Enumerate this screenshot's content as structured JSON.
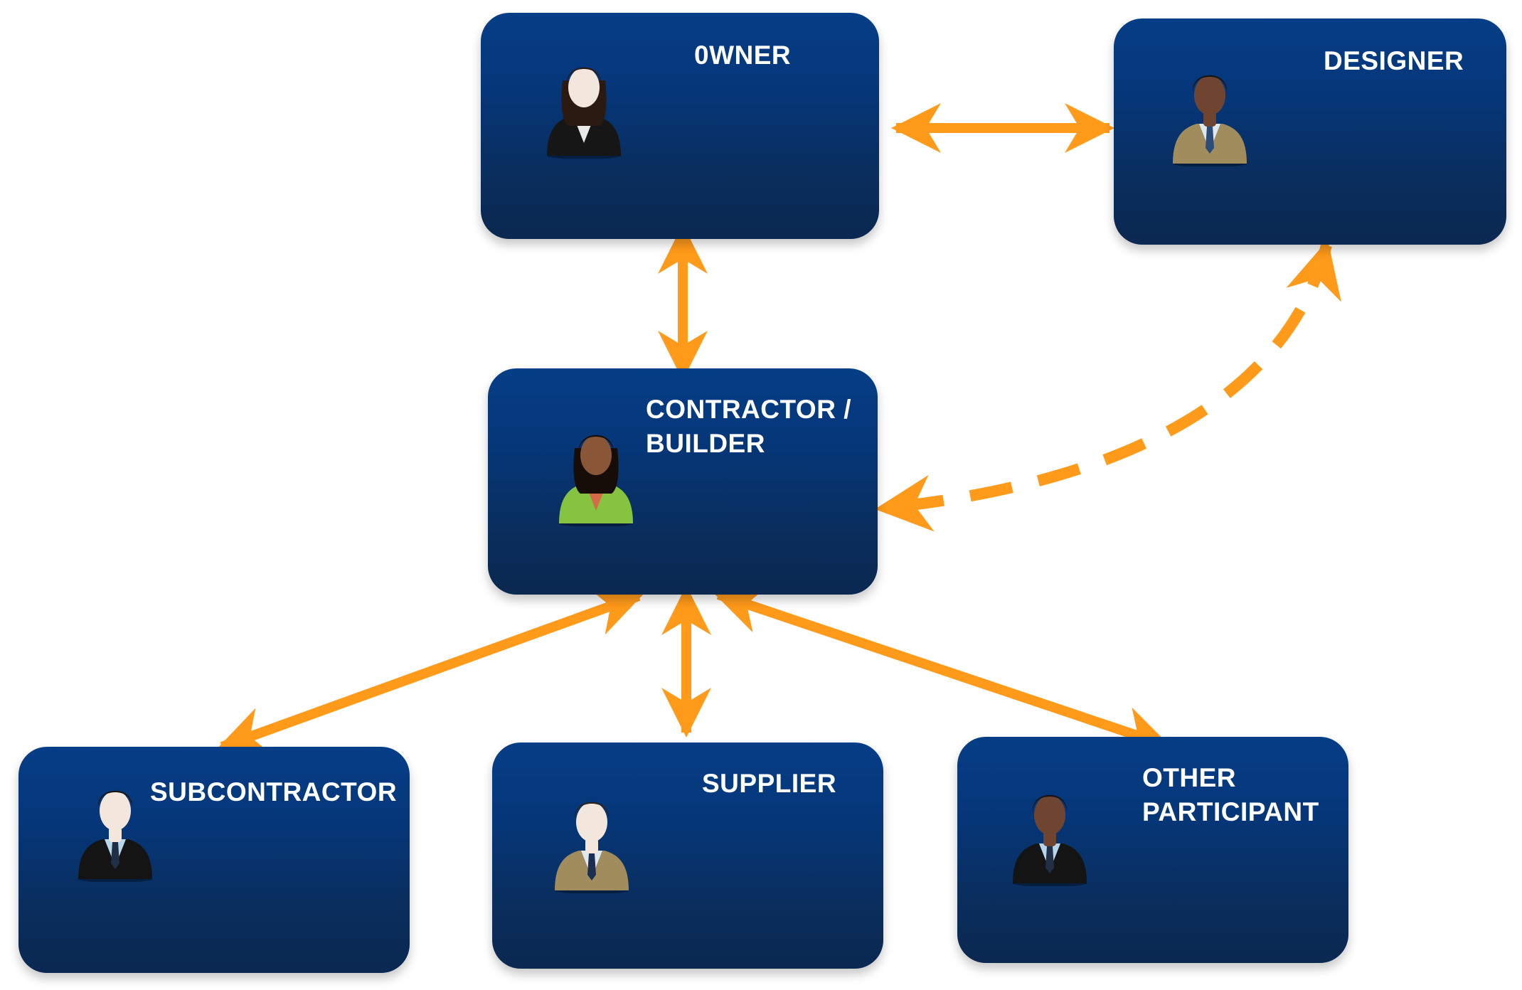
{
  "colors": {
    "node_top": "#063e87",
    "node_bottom": "#0a2850",
    "arrow": "#ff9a1a",
    "label": "#ffffff"
  },
  "nodes": {
    "owner": {
      "label": "0WNER",
      "icon": "businesswoman-icon",
      "colors": {
        "skin": "#f3e6dc",
        "hair": "#2a1a12",
        "suit": "#161616",
        "shirt": "#e9e9e9",
        "tie": ""
      }
    },
    "designer": {
      "label": "DESIGNER",
      "icon": "businessman-icon",
      "colors": {
        "skin": "#6f4430",
        "hair": "#151515",
        "suit": "#a18c5e",
        "shirt": "#dfe7ef",
        "tie": "#2b4c78"
      }
    },
    "contractor": {
      "label_lines": [
        "CONTRACTOR /",
        "BUILDER"
      ],
      "icon": "businesswoman-icon",
      "colors": {
        "skin": "#8a5638",
        "hair": "#160d08",
        "suit": "#86c341",
        "shirt": "#d46a48",
        "tie": ""
      }
    },
    "subcontractor": {
      "label": "SUBCONTRACTOR",
      "icon": "businessman-icon",
      "colors": {
        "skin": "#f3e6dc",
        "hair": "#1c1611",
        "suit": "#141414",
        "shirt": "#b9d7ec",
        "tie": "#202f45"
      }
    },
    "supplier": {
      "label": "SUPPLIER",
      "icon": "businessman-icon",
      "colors": {
        "skin": "#f3e6dc",
        "hair": "#2d2419",
        "suit": "#a18c5e",
        "shirt": "#dfe7ef",
        "tie": "#1c2f52"
      }
    },
    "other": {
      "label_lines": [
        "OTHER",
        "PARTICIPANT"
      ],
      "icon": "businessman-icon",
      "colors": {
        "skin": "#6f4430",
        "hair": "#151515",
        "suit": "#141414",
        "shirt": "#b9d7ec",
        "tie": "#202f45"
      }
    }
  },
  "connections": [
    {
      "name": "owner-designer-arrow",
      "from": "owner",
      "to": "designer",
      "style": "solid",
      "direction": "both"
    },
    {
      "name": "owner-contractor-arrow",
      "from": "owner",
      "to": "contractor",
      "style": "solid",
      "direction": "both"
    },
    {
      "name": "designer-contractor-arrow",
      "from": "designer",
      "to": "contractor",
      "style": "dashed",
      "direction": "both"
    },
    {
      "name": "contractor-subcontractor-arrow",
      "from": "contractor",
      "to": "subcontractor",
      "style": "solid",
      "direction": "both"
    },
    {
      "name": "contractor-supplier-arrow",
      "from": "contractor",
      "to": "supplier",
      "style": "solid",
      "direction": "both"
    },
    {
      "name": "contractor-other-arrow",
      "from": "contractor",
      "to": "other",
      "style": "solid",
      "direction": "both"
    }
  ]
}
